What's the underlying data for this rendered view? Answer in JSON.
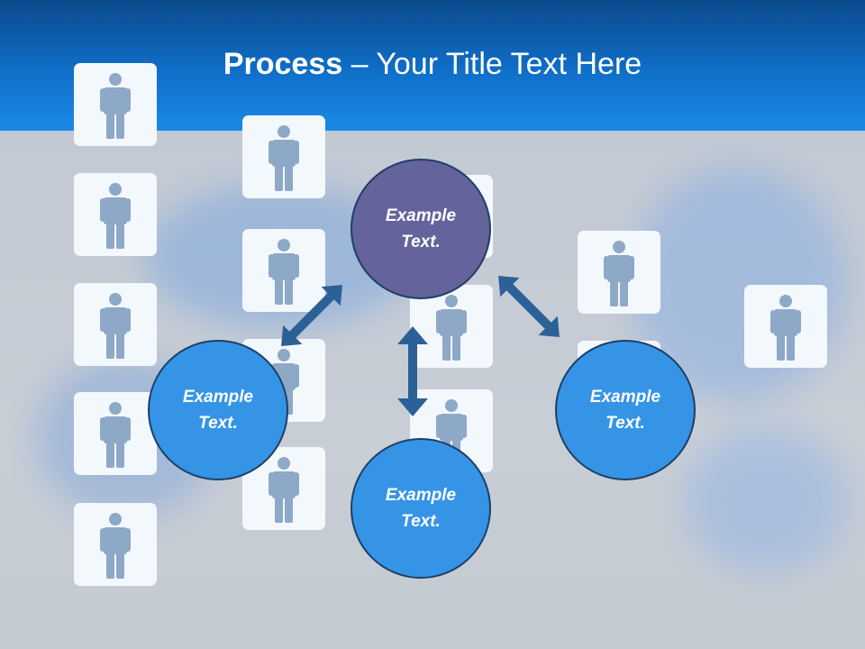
{
  "slide": {
    "title_bold": "Process",
    "title_rest": " – Your Title Text Here"
  },
  "nodes": {
    "top": "Example\nText.",
    "left": "Example\nText.",
    "bottom": "Example\nText.",
    "right": "Example\nText."
  },
  "colors": {
    "header": "#0f6fc9",
    "circle_blue": "#3594e6",
    "circle_center": "#64639b",
    "arrow": "#2c6197",
    "tile": "#f3f8fd",
    "person": "#8ea8c8"
  },
  "icons": [
    "person-icon",
    "double-arrow-icon"
  ]
}
